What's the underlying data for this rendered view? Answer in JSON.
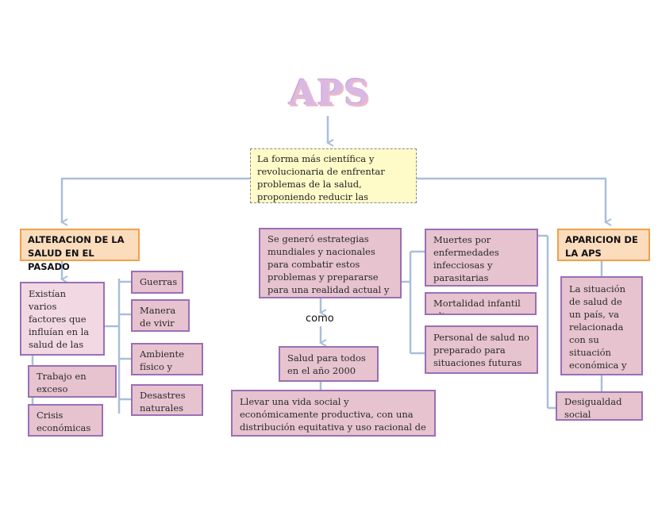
{
  "title": "APS",
  "definition": "La forma más científica  y revolucionaria de enfrentar problemas de la salud, proponiendo reducir las desigualdades en los niveles de salud",
  "left": {
    "header": "ALTERACION DE LA SALUD EN EL PASADO",
    "factors": "Existían varios factores que influían en la salud de las personas",
    "items": [
      "Guerras",
      "Manera de vivir",
      "Ambiente físico y social",
      "Desastres naturales"
    ],
    "extra": [
      "Trabajo en exceso",
      "Crisis económicas"
    ]
  },
  "center": {
    "strategy": "Se generó estrategias mundiales y nacionales para combatir estos problemas y prepararse para una realidad actual y futura",
    "connector": "como",
    "goal": "Salud para todos en el año 2000",
    "result": "Llevar una vida social y económicamente productiva, con una distribución equitativa y uso racional de los recursos de manera correcta",
    "causes": [
      "Muertes por enfermedades infecciosas y parasitarias",
      "Mortalidad infantil alta",
      "Personal de salud no preparado para situaciones futuras"
    ]
  },
  "right": {
    "header": "APARICION DE LA APS",
    "situation": "La situación de salud de un país, va relacionada con su situación económica y social",
    "inequality": "Desigualdad social"
  }
}
